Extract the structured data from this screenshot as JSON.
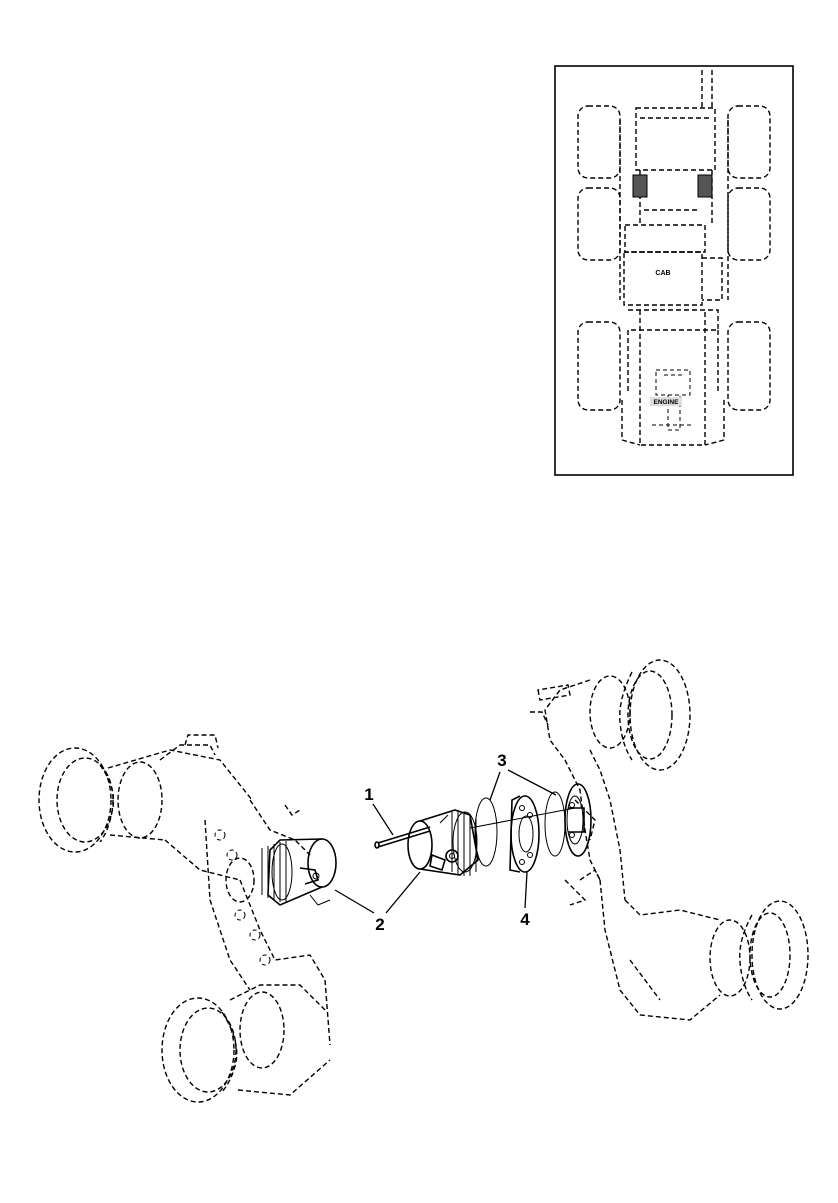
{
  "locator": {
    "cab_label": "CAB",
    "engine_label": "ENGINE"
  },
  "callouts": [
    {
      "id": "1",
      "label": "1"
    },
    {
      "id": "2",
      "label": "2"
    },
    {
      "id": "3",
      "label": "3"
    },
    {
      "id": "4",
      "label": "4"
    }
  ]
}
